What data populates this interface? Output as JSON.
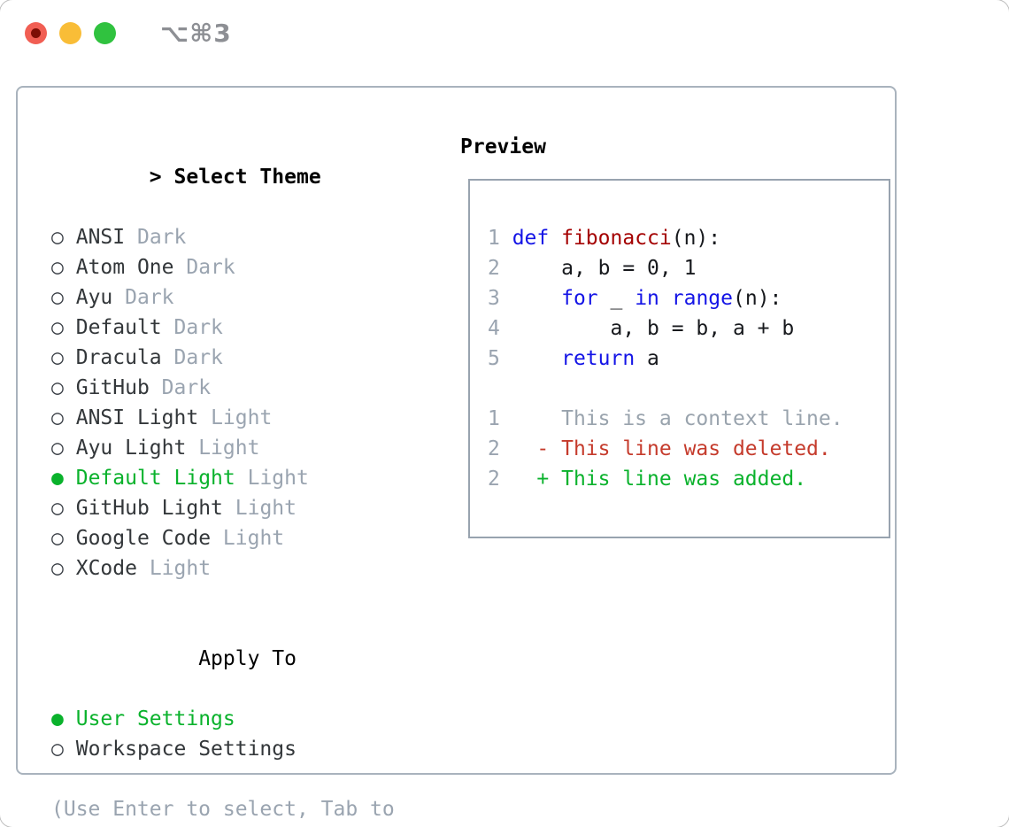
{
  "window": {
    "shortcut_label": "⌥⌘3"
  },
  "colors": {
    "accent_green": "#0ab22c",
    "keyword_blue": "#1414e6",
    "function_red": "#a40000",
    "diff_deleted_red": "#c53b2c",
    "diff_added_green": "#0ab22c",
    "muted_gray": "#9aa4b0",
    "panel_border": "#a9b3bd",
    "preview_border": "#98a3af",
    "traffic_red": "#f15e53",
    "traffic_yellow": "#f9bd37",
    "traffic_green": "#30c23f"
  },
  "glyphs": {
    "title_marker": ">",
    "selected_marker": "●",
    "unselected_marker": "○"
  },
  "theme_panel": {
    "title": "Select Theme",
    "themes": [
      {
        "name": "ANSI",
        "variant": "Dark",
        "selected": false
      },
      {
        "name": "Atom One",
        "variant": "Dark",
        "selected": false
      },
      {
        "name": "Ayu",
        "variant": "Dark",
        "selected": false
      },
      {
        "name": "Default",
        "variant": "Dark",
        "selected": false
      },
      {
        "name": "Dracula",
        "variant": "Dark",
        "selected": false
      },
      {
        "name": "GitHub",
        "variant": "Dark",
        "selected": false
      },
      {
        "name": "ANSI Light",
        "variant": "Light",
        "selected": false
      },
      {
        "name": "Ayu Light",
        "variant": "Light",
        "selected": false
      },
      {
        "name": "Default Light",
        "variant": "Light",
        "selected": true
      },
      {
        "name": "GitHub Light",
        "variant": "Light",
        "selected": false
      },
      {
        "name": "Google Code",
        "variant": "Light",
        "selected": false
      },
      {
        "name": "XCode",
        "variant": "Light",
        "selected": false
      }
    ],
    "apply_to": {
      "title": "Apply To",
      "options": [
        {
          "label": "User Settings",
          "selected": true
        },
        {
          "label": "Workspace Settings",
          "selected": false
        }
      ]
    },
    "help_text": "(Use Enter to select, Tab to change focus)"
  },
  "preview": {
    "title": "Preview",
    "lines": [
      {
        "n": "1",
        "t": [
          [
            "k",
            "def"
          ],
          [
            "d",
            " "
          ],
          [
            "f",
            "fibonacci"
          ],
          [
            "d",
            "(n):"
          ]
        ]
      },
      {
        "n": "2",
        "t": [
          [
            "d",
            "    a, b = 0, 1"
          ]
        ]
      },
      {
        "n": "3",
        "t": [
          [
            "d",
            "    "
          ],
          [
            "k",
            "for"
          ],
          [
            "d",
            " _ "
          ],
          [
            "k",
            "in"
          ],
          [
            "d",
            " "
          ],
          [
            "k",
            "range"
          ],
          [
            "d",
            "(n):"
          ]
        ]
      },
      {
        "n": "4",
        "t": [
          [
            "d",
            "        a, b = b, a + b"
          ]
        ]
      },
      {
        "n": "5",
        "t": [
          [
            "d",
            "    "
          ],
          [
            "k",
            "return"
          ],
          [
            "d",
            " a"
          ]
        ]
      },
      {
        "n": "",
        "t": []
      },
      {
        "n": "1",
        "t": [
          [
            "ctx",
            "    This is a context line."
          ]
        ]
      },
      {
        "n": "2",
        "t": [
          [
            "del",
            "  - This line was deleted."
          ]
        ]
      },
      {
        "n": "2",
        "t": [
          [
            "add",
            "  + This line was added."
          ]
        ]
      }
    ]
  }
}
